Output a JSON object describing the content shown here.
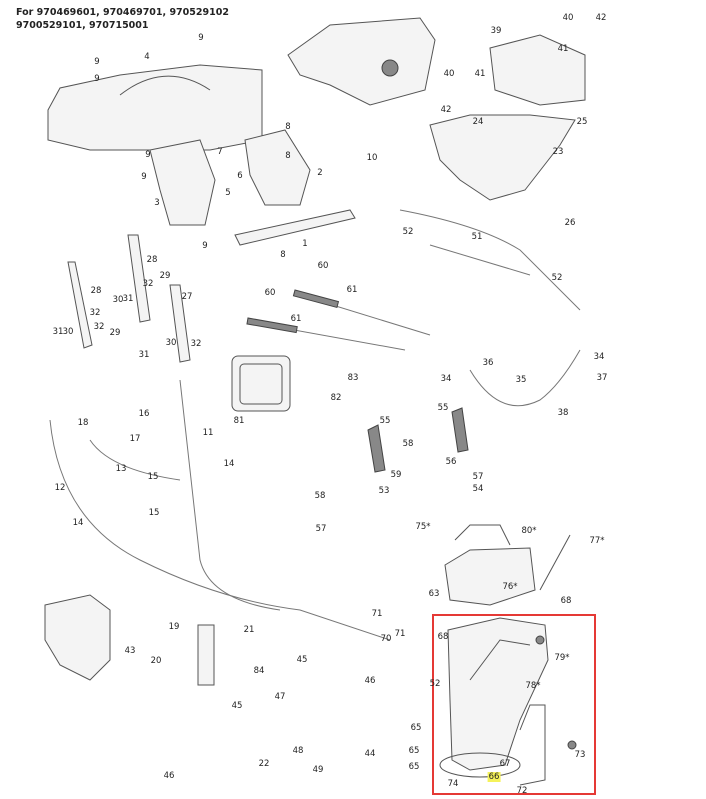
{
  "header": {
    "line1": "For 970469601, 970469701, 970529102",
    "line2": "9700529101, 970715001"
  },
  "highlight": {
    "color": "#e53935",
    "highlighted_label": "66"
  },
  "labels": [
    "9",
    "9",
    "9",
    "4",
    "8",
    "8",
    "9",
    "9",
    "2",
    "3",
    "5",
    "6",
    "7",
    "10",
    "9",
    "1",
    "8",
    "60",
    "39",
    "40",
    "42",
    "41",
    "40",
    "41",
    "42",
    "24",
    "25",
    "23",
    "26",
    "52",
    "51",
    "52",
    "28",
    "29",
    "32",
    "27",
    "28",
    "30",
    "31",
    "32",
    "31",
    "30",
    "32",
    "29",
    "30",
    "31",
    "32",
    "60",
    "61",
    "61",
    "36",
    "34",
    "37",
    "35",
    "34",
    "38",
    "83",
    "82",
    "81",
    "55",
    "55",
    "16",
    "18",
    "17",
    "13",
    "11",
    "14",
    "15",
    "12",
    "58",
    "56",
    "59",
    "57",
    "54",
    "53",
    "58",
    "57",
    "14",
    "15",
    "75*",
    "80*",
    "77*",
    "63",
    "76*",
    "68",
    "71",
    "71",
    "70",
    "68",
    "79*",
    "19",
    "21",
    "43",
    "20",
    "84",
    "45",
    "46",
    "52",
    "78*",
    "45",
    "47",
    "65",
    "65",
    "65",
    "74",
    "67",
    "66",
    "72",
    "73",
    "44",
    "49",
    "48",
    "22",
    "46"
  ]
}
